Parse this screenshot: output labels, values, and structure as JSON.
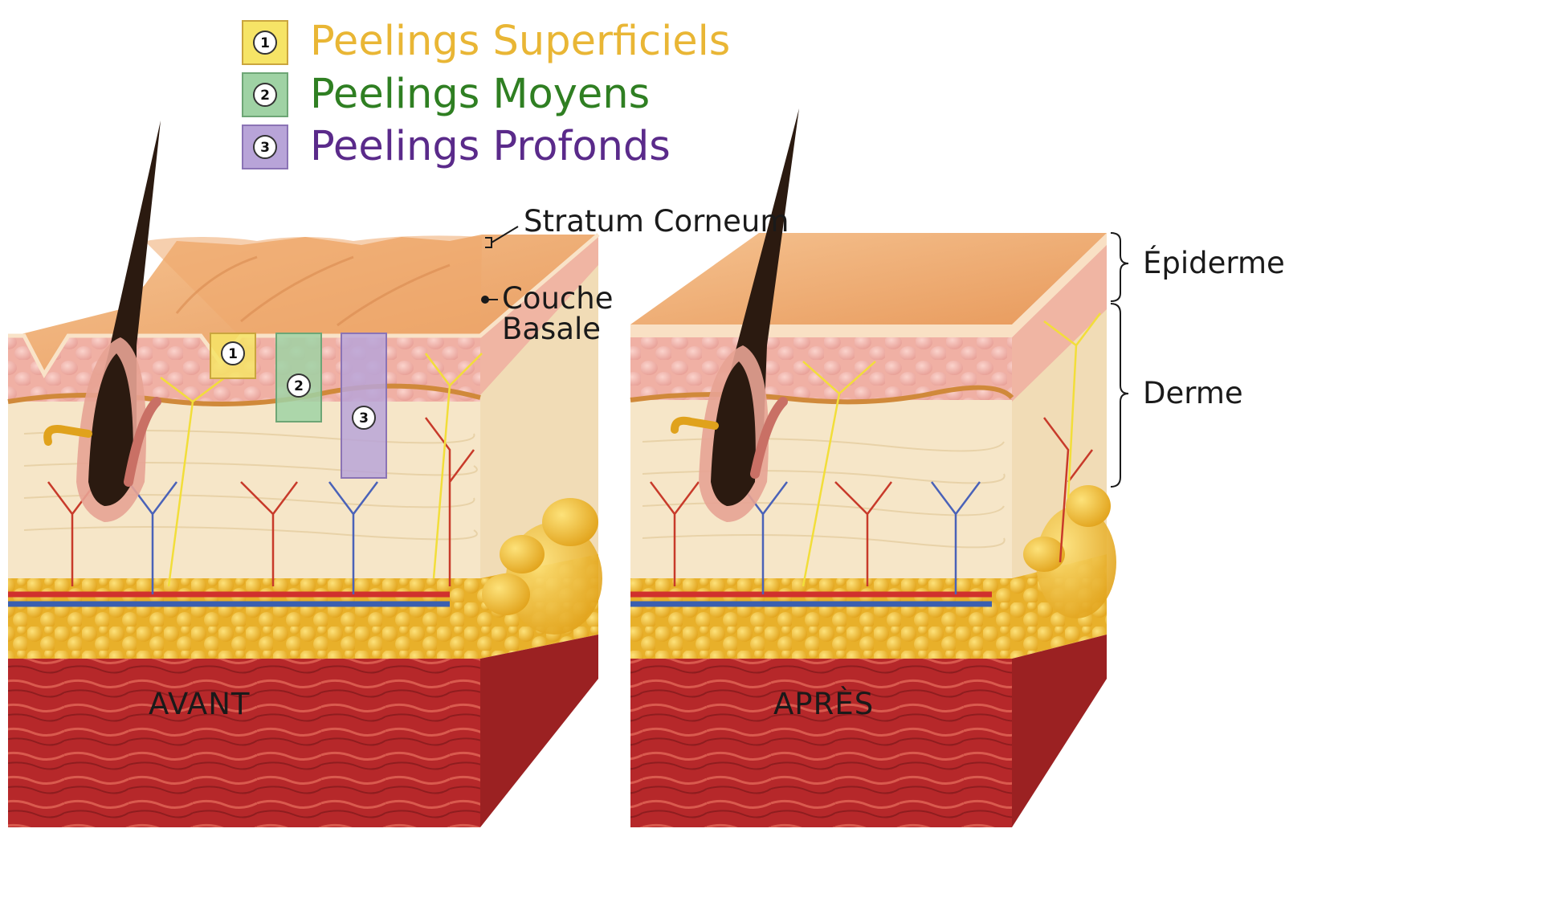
{
  "legend": {
    "items": [
      {
        "number": "1",
        "label": "Peelings Superficiels",
        "color": "#e9b635",
        "fill": "#f6e466",
        "border": "#caa53e"
      },
      {
        "number": "2",
        "label": "Peelings Moyens",
        "color": "#2f7f22",
        "fill": "#9fd2a4",
        "border": "#6ea676"
      },
      {
        "number": "3",
        "label": "Peelings Profonds",
        "color": "#5a2a8a",
        "fill": "#b8a4d8",
        "border": "#8b74b5"
      }
    ]
  },
  "labels": {
    "stratum_corneum": "Stratum Corneum",
    "couche_line1": "Couche",
    "couche_line2": "Basale",
    "epiderme": "Épiderme",
    "derme": "Derme"
  },
  "captions": {
    "before": "AVANT",
    "after": "APRÈS"
  },
  "colors": {
    "skin_top": "#f2b176",
    "epidermis": "#f2b7a6",
    "dermis": "#f6e6c8",
    "fat": "#f3c233",
    "muscle": "#b92a24",
    "hair": "#2b1a10",
    "artery": "#d0312d",
    "vein": "#3a5fb0",
    "nerve": "#f2de3a"
  }
}
